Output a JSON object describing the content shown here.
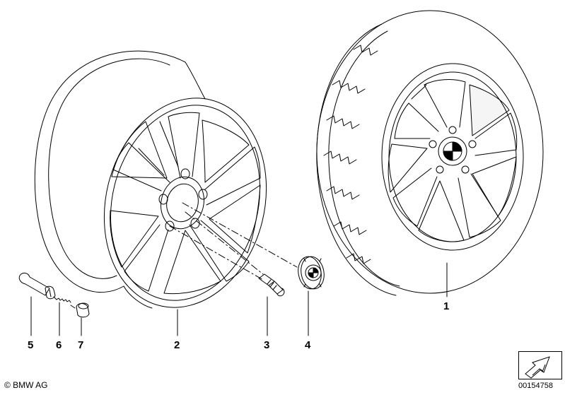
{
  "callouts": {
    "c1": "1",
    "c2": "2",
    "c3": "3",
    "c4": "4",
    "c5": "5",
    "c6": "6",
    "c7": "7"
  },
  "footer": {
    "copyright": "© BMW AG",
    "document_number": "00154758"
  },
  "colors": {
    "line": "#000000",
    "background": "#ffffff"
  },
  "icons": {
    "nav": "arrow-icon"
  }
}
